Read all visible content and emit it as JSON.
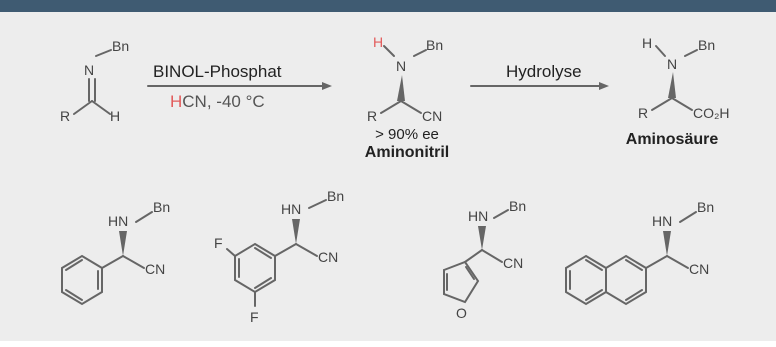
{
  "colors": {
    "header_bar": "#3f5b72",
    "panel_background": "#ededed",
    "bond": "#666666",
    "highlight_hydrogen": "#e25b5b"
  },
  "reaction": {
    "arrow1_top": "BINOL-Phosphat",
    "arrow1_bottom_h": "H",
    "arrow1_bottom_rest": "CN, -40 °C",
    "arrow2_top": "Hydrolyse",
    "intermediate_ee": "> 90% ee",
    "intermediate_name": "Aminonitril",
    "product_name": "Aminosäure"
  },
  "atoms": {
    "n": "N",
    "h": "H",
    "r": "R",
    "bn": "Bn",
    "cn": "CN",
    "co2h": "CO₂H",
    "hn": "HN",
    "f": "F",
    "o": "O"
  }
}
